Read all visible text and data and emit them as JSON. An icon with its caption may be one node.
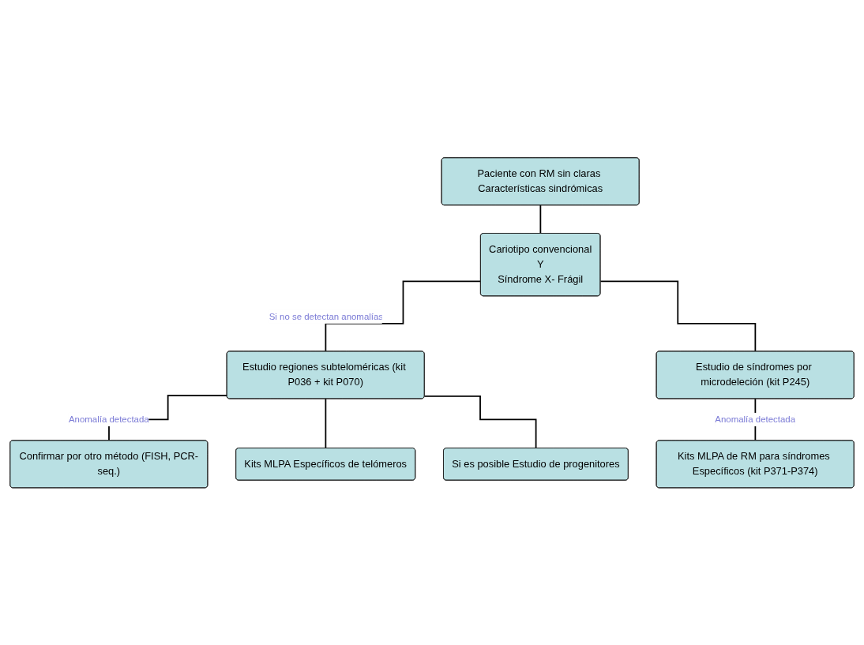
{
  "diagram": {
    "nodes": [
      {
        "text": [
          "Paciente con RM sin claras Características sindrómicas"
        ]
      },
      {
        "text": [
          "Cariotipo convencional",
          "Y",
          "Síndrome X- Frágil"
        ]
      },
      {
        "text": [
          "Estudio regiones subteloméricas (kit P036 + kit P070)"
        ]
      },
      {
        "text": [
          "Estudio de síndromes por microdeleción (kit P245)"
        ]
      },
      {
        "text": [
          "Confirmar por otro método (FISH, PCR-seq.)"
        ]
      },
      {
        "text": [
          "Kits MLPA Específicos de telómeros"
        ]
      },
      {
        "text": [
          "Kits MLPA de RM para síndromes Específicos (kit P371-P374)"
        ]
      },
      {
        "text": [
          "Si es posible Estudio de progenitores"
        ]
      }
    ],
    "edges": [
      {
        "from": 0,
        "to": 1,
        "arrow": "none"
      },
      {
        "from": 1,
        "to": 2,
        "arrow": "none",
        "label": "Si no se detectan anomalías"
      },
      {
        "from": 1,
        "to": 3,
        "arrow": "none"
      },
      {
        "from": 2,
        "to": 4,
        "arrow": "none",
        "label": "Anomalía detectada"
      },
      {
        "from": 2,
        "to": 5,
        "arrow": "none"
      },
      {
        "from": 2,
        "to": 7,
        "arrow": "none"
      },
      {
        "from": 3,
        "to": 6,
        "arrow": "none",
        "label": "Anomalía detectada"
      }
    ]
  }
}
